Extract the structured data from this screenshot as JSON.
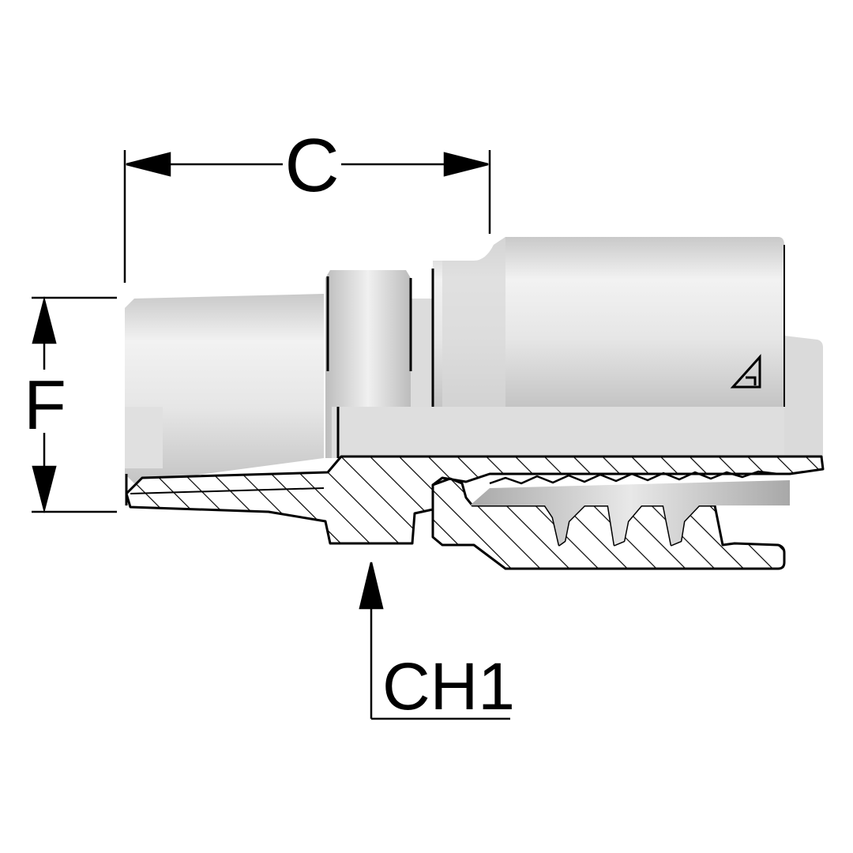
{
  "drawing": {
    "dimension_labels": {
      "c": "C",
      "f": "F",
      "ch1": "CH1"
    },
    "logo_icon": "stylized-g-triangle-logo",
    "colors": {
      "line": "#000000",
      "body_light": "#ececec",
      "body_mid": "#d2d2d2",
      "body_dark": "#b8b8b8",
      "section_fill": "#ffffff"
    }
  }
}
